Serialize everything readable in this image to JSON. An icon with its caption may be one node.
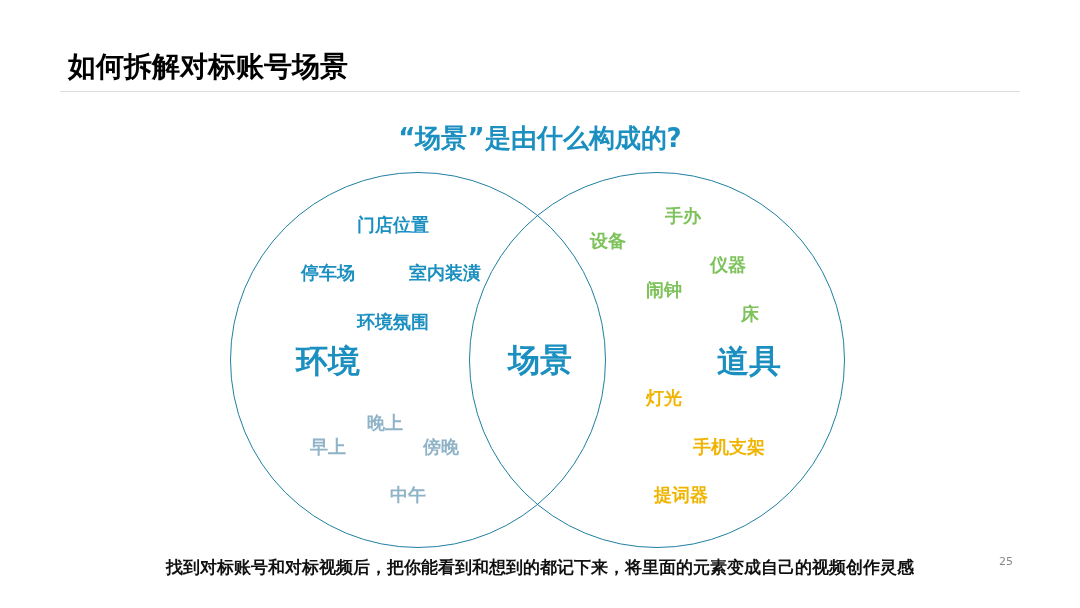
{
  "diagram": {
    "title": "如何拆解对标账号场景",
    "nodes": [
      {
        "text": [
          "环境"
        ]
      },
      {
        "text": [
          "道具"
        ]
      }
    ],
    "labels": [
      "“场景”是由什么构成的?",
      "门店位置",
      "停车场",
      "室内装潢",
      "环境氛围",
      "晚上",
      "早上",
      "傍晚",
      "中午",
      "场景",
      "手办",
      "设备",
      "仪器",
      "闹钟",
      "床",
      "灯光",
      "手机支架",
      "提词器",
      "找到对标账号和对标视频后，把你能看到和想到的都记下来，将里面的元素变成自己的视频创作灵感",
      "25"
    ]
  }
}
